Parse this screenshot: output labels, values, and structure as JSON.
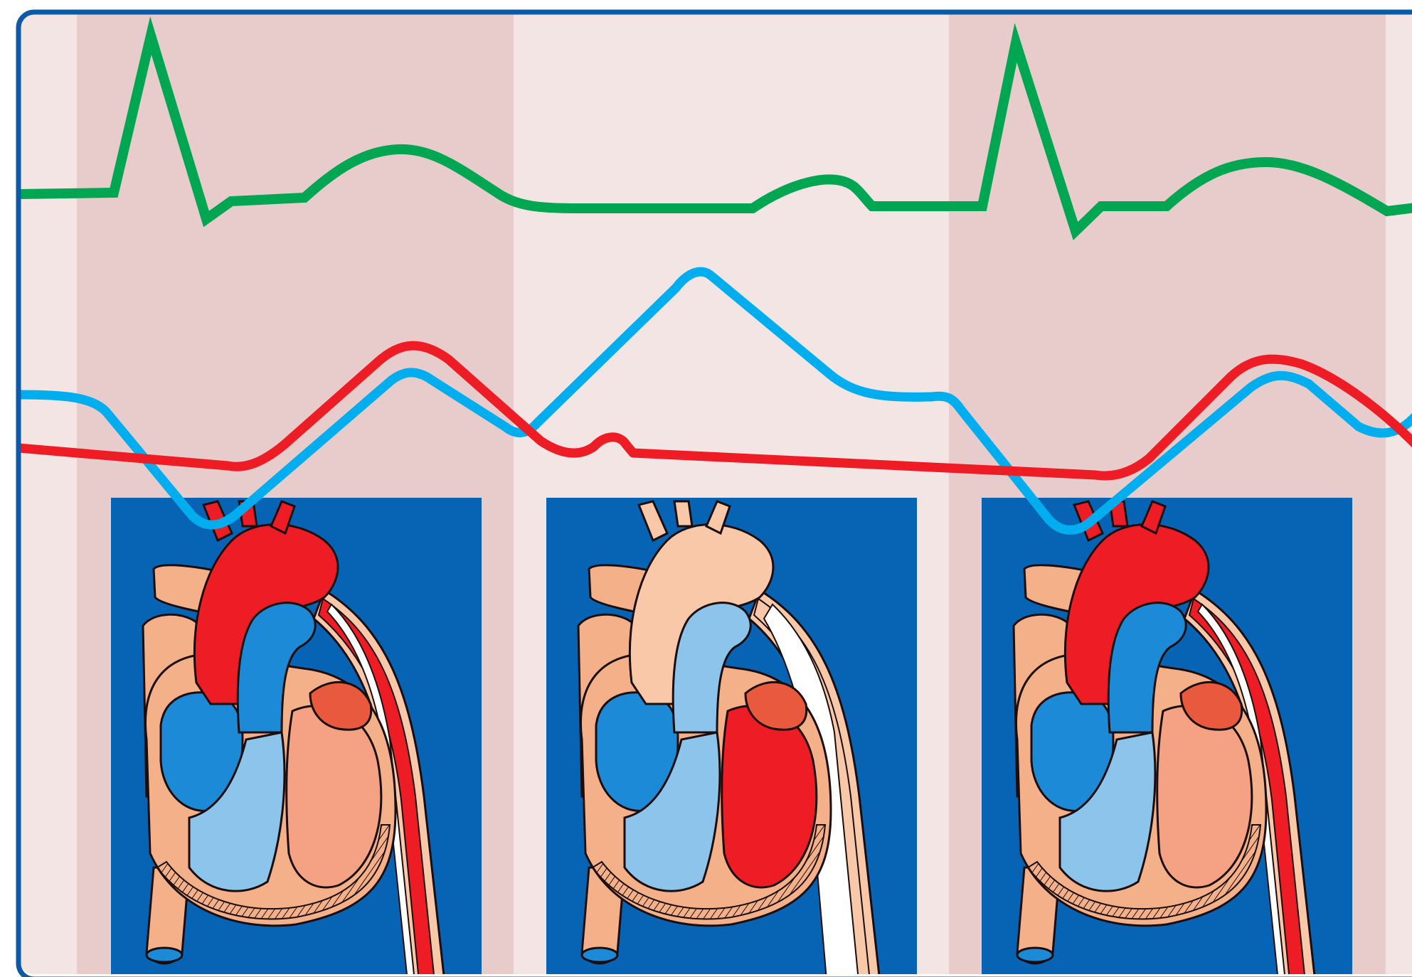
{
  "colors": {
    "frame_border": "#0b59a7",
    "band_light": "#f3e5e4",
    "band_dark": "#e8cccb",
    "panel_bg": "#0763b3",
    "ecg_line": "#00a651",
    "aortic_pressure_line": "#ee1c25",
    "balloon_volume_line": "#00aeef",
    "outline": "#1a0d0d",
    "vessel_tan": "#f4b088",
    "vessel_light": "#f8c8a8",
    "oxygenated": "#ee1c25",
    "deoxygenated": "#1c8ad6",
    "deoxygenated_light": "#8dc4ec",
    "ventricle_salmon": "#f5a184",
    "ventricle_red": "#e8593e",
    "catheter": "#ffffff"
  },
  "icons": {
    "waveform": "ecg-waveform-icon",
    "heart": "heart-cross-section-icon",
    "catheter": "balloon-catheter-icon"
  },
  "phases": [
    {
      "id": "phase-1",
      "catheter_state": "deflated"
    },
    {
      "id": "phase-2",
      "catheter_state": "inflated"
    },
    {
      "id": "phase-3",
      "catheter_state": "deflated"
    }
  ]
}
